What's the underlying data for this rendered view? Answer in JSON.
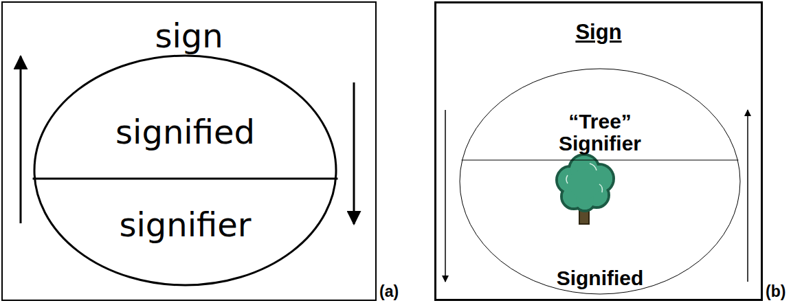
{
  "diagram": {
    "nodes": [
      {
        "text": [
          "sign"
        ]
      },
      {
        "text": [
          "signified",
          "signifier"
        ],
        "in": 0
      },
      {
        "text": [
          "Sign"
        ]
      },
      {
        "text": [
          "“Tree”",
          "Signifier",
          "Signified"
        ],
        "in": 2
      }
    ],
    "labels": [
      "(a)",
      "(b)"
    ]
  }
}
